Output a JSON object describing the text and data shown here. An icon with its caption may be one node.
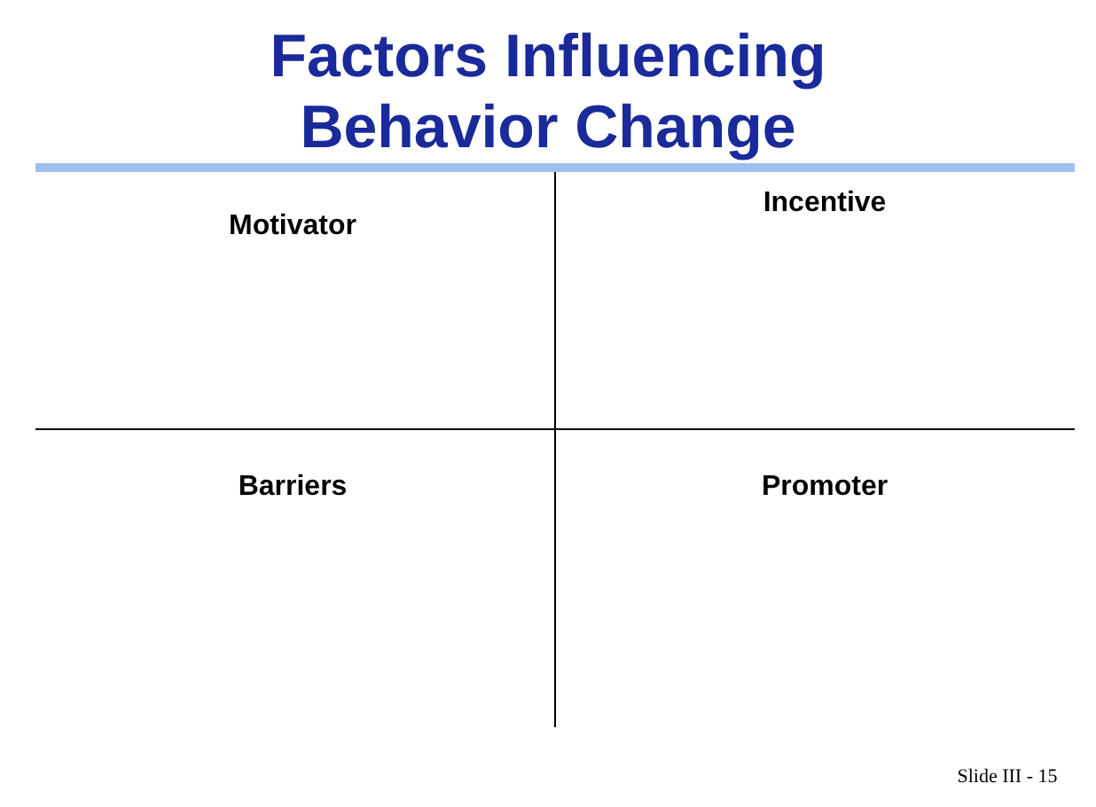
{
  "diagram": {
    "title": "Factors Influencing Behavior Change",
    "labels": [
      "Motivator",
      "Incentive",
      "Barriers",
      "Promoter",
      "Slide III - 15"
    ]
  }
}
